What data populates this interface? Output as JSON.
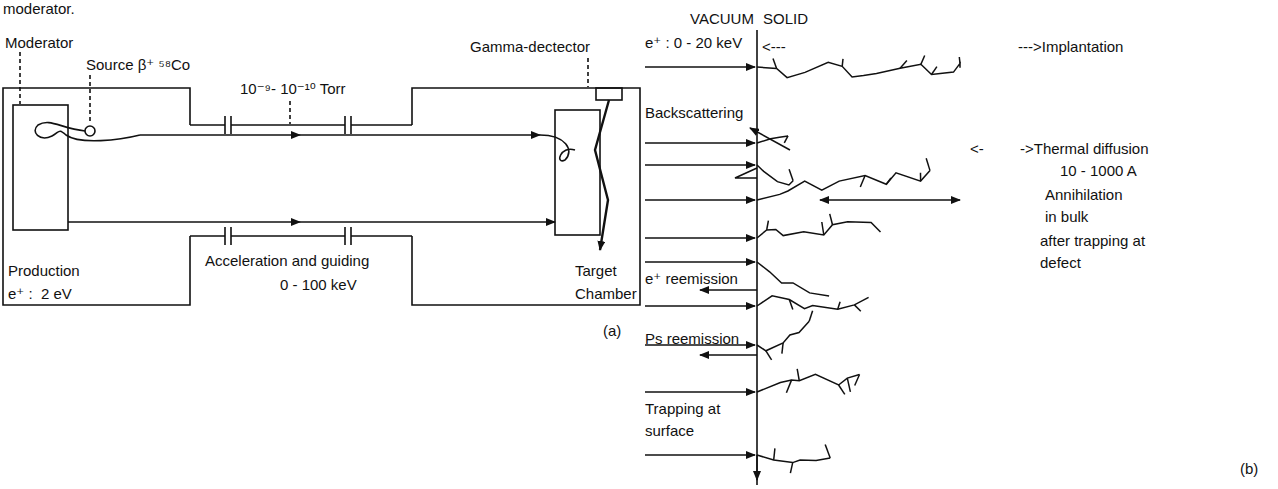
{
  "diagram": {
    "labels": [
      "moderator.",
      "Moderator",
      "Source β⁺ ⁵⁸Co",
      "Gamma-dectector",
      "10⁻⁹- 10⁻¹⁰ Torr",
      "Acceleration and guiding",
      "0 - 100 keV",
      "Production",
      "e⁺ :  2 eV",
      "Target",
      "Chamber",
      "(a)",
      "VACUUM",
      "SOLID",
      "e⁺ : 0 - 20 keV",
      "<---",
      "--->Implantation",
      "Backscattering",
      "<-",
      "->Thermal diffusion",
      "10 - 1000 A",
      "Annihilation",
      "in bulk",
      "after trapping at",
      "defect",
      "e⁺ reemission",
      "Ps reemission",
      "Trapping at",
      "surface",
      "(b)"
    ]
  }
}
